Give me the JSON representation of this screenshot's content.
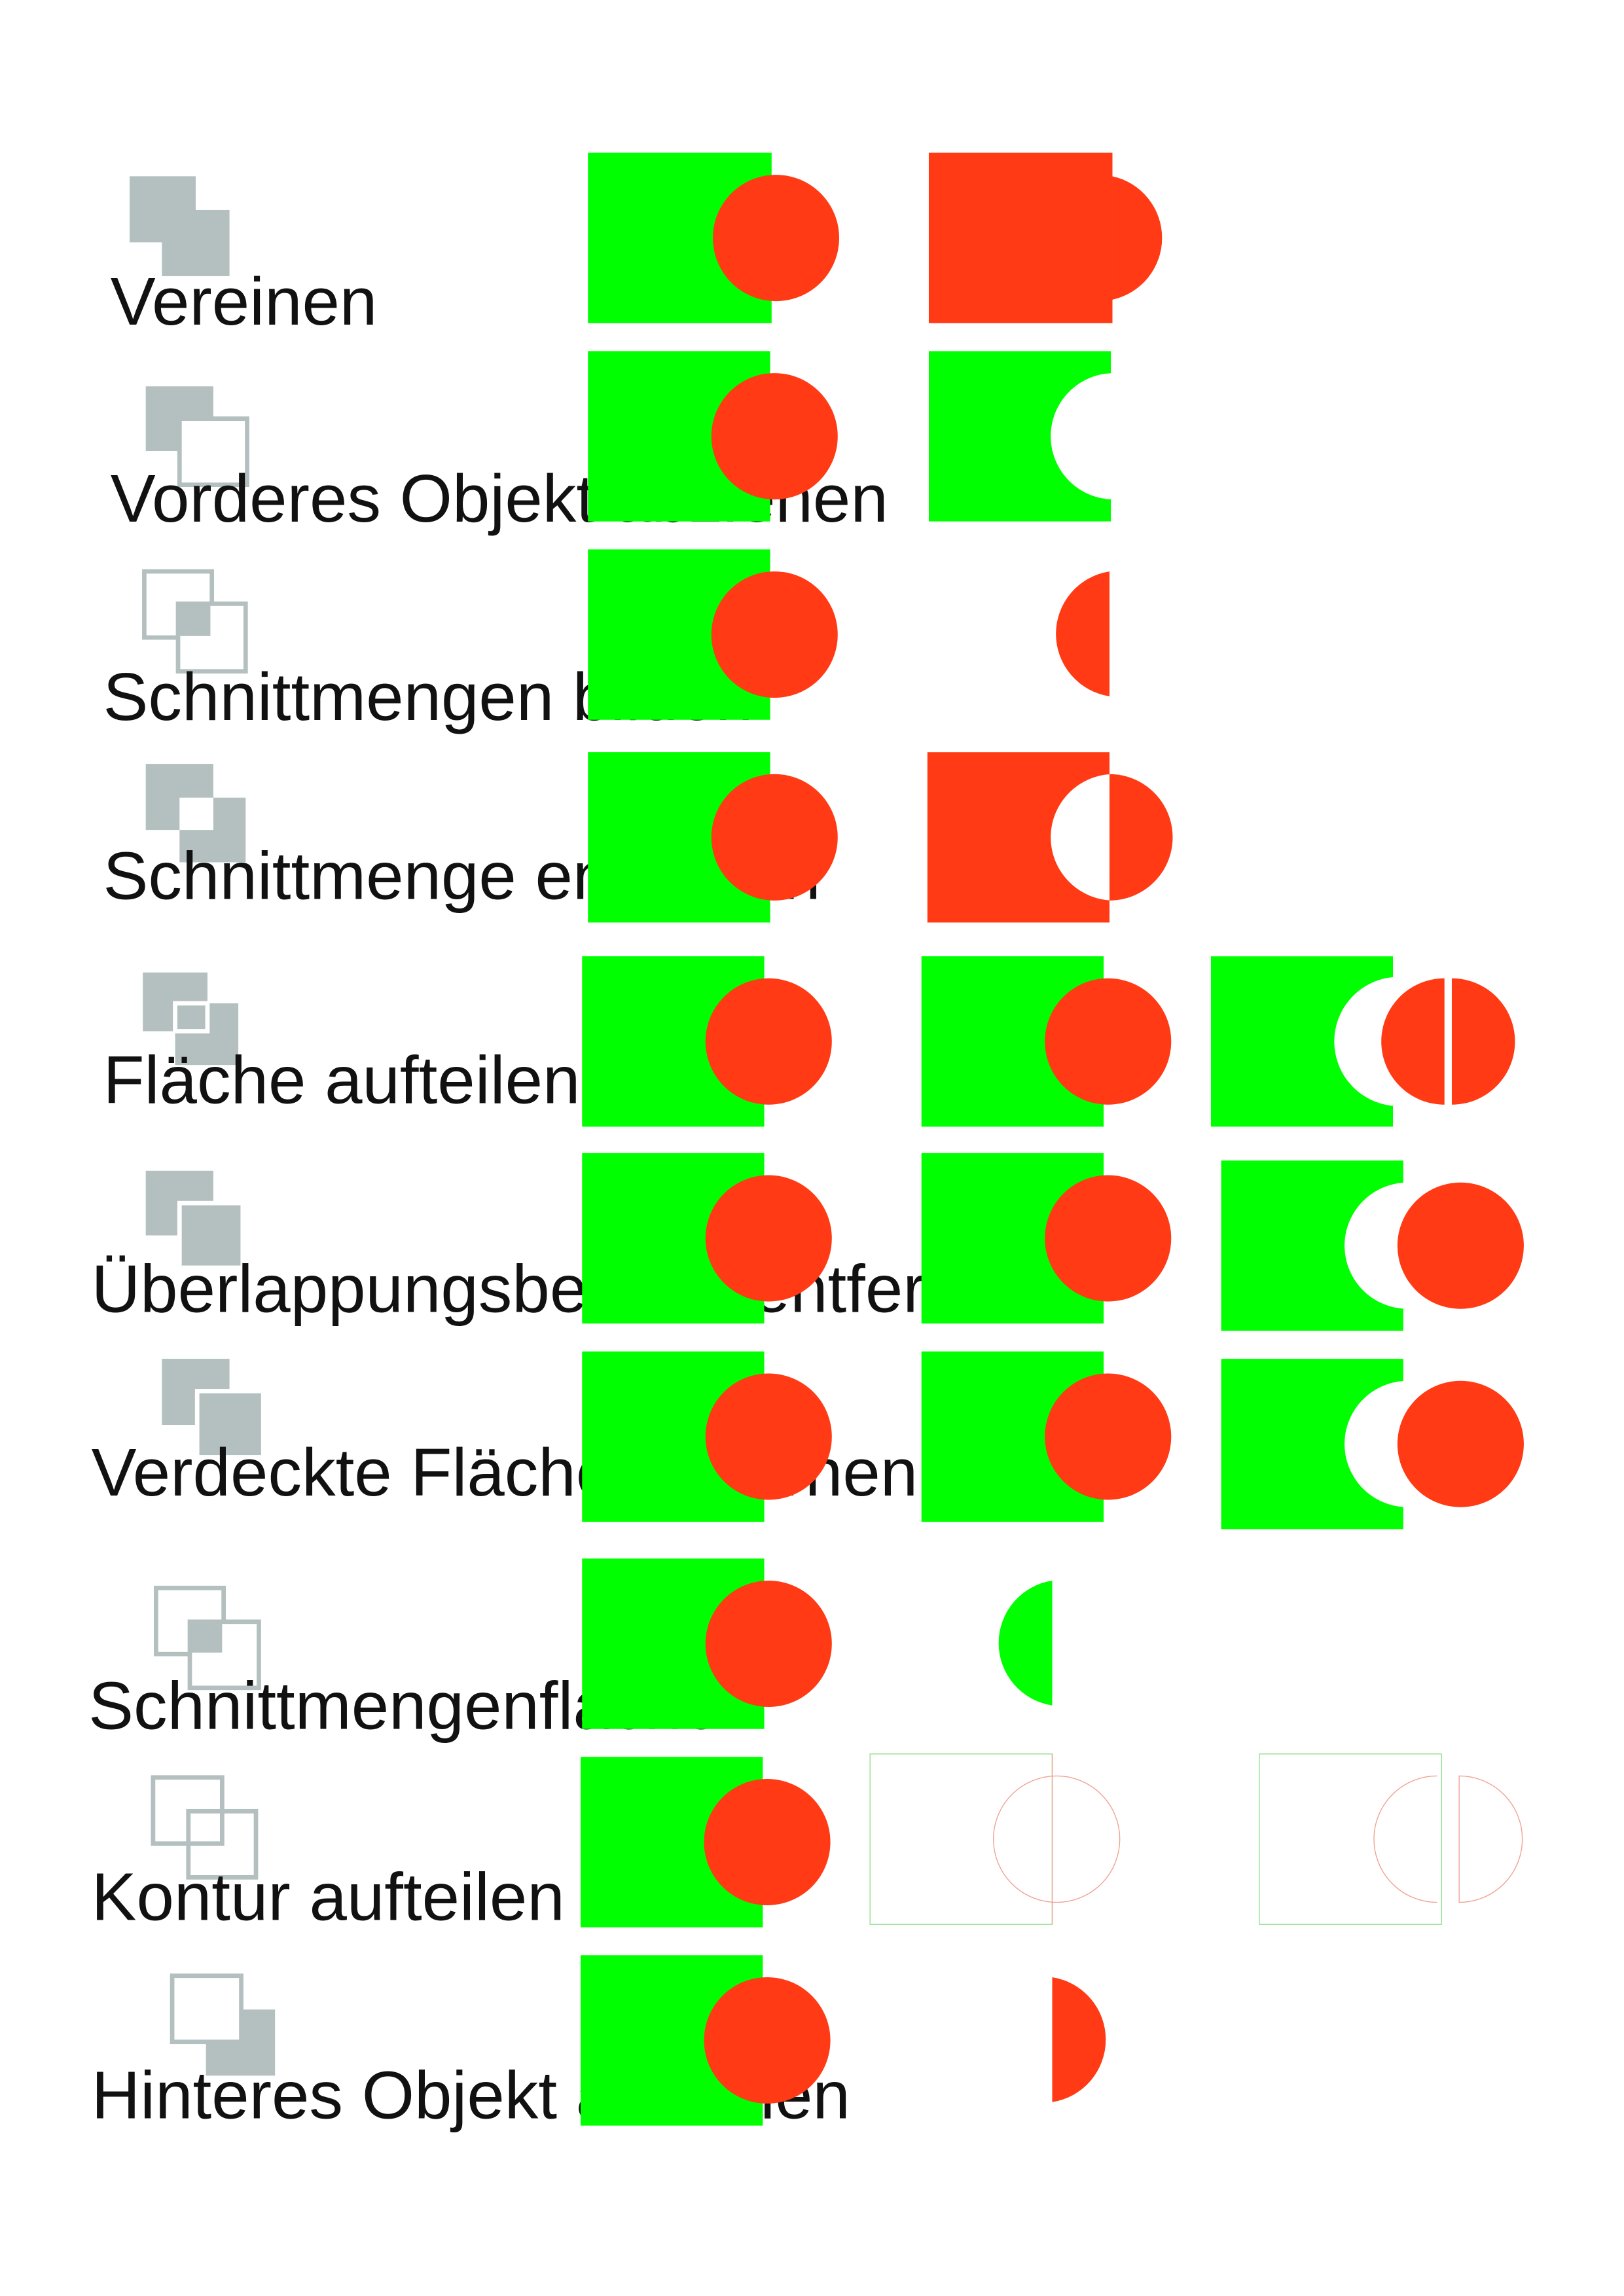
{
  "colors": {
    "green": "#00ff00",
    "red": "#ff3a14",
    "icon_gray": "#b4c0bf",
    "label": "#111111"
  },
  "operations": [
    {
      "label": "Vereinen",
      "icon": "unite-icon"
    },
    {
      "label": "Vorderes Objekt abziehen",
      "icon": "minus-front-icon"
    },
    {
      "label": "Schnittmengen bilden",
      "icon": "intersect-icon"
    },
    {
      "label": "Schnittmenge entfernen",
      "icon": "exclude-icon"
    },
    {
      "label": "Fläche aufteilen",
      "icon": "divide-icon"
    },
    {
      "label": "Überlappungsbereich entfernen",
      "icon": "trim-icon"
    },
    {
      "label": "Verdeckte Fläche entfernen",
      "icon": "merge-icon"
    },
    {
      "label": "Schnittmengenfläche",
      "icon": "crop-icon"
    },
    {
      "label": "Kontur aufteilen",
      "icon": "outline-icon"
    },
    {
      "label": "Hinteres Objekt abziehen",
      "icon": "minus-back-icon"
    }
  ]
}
